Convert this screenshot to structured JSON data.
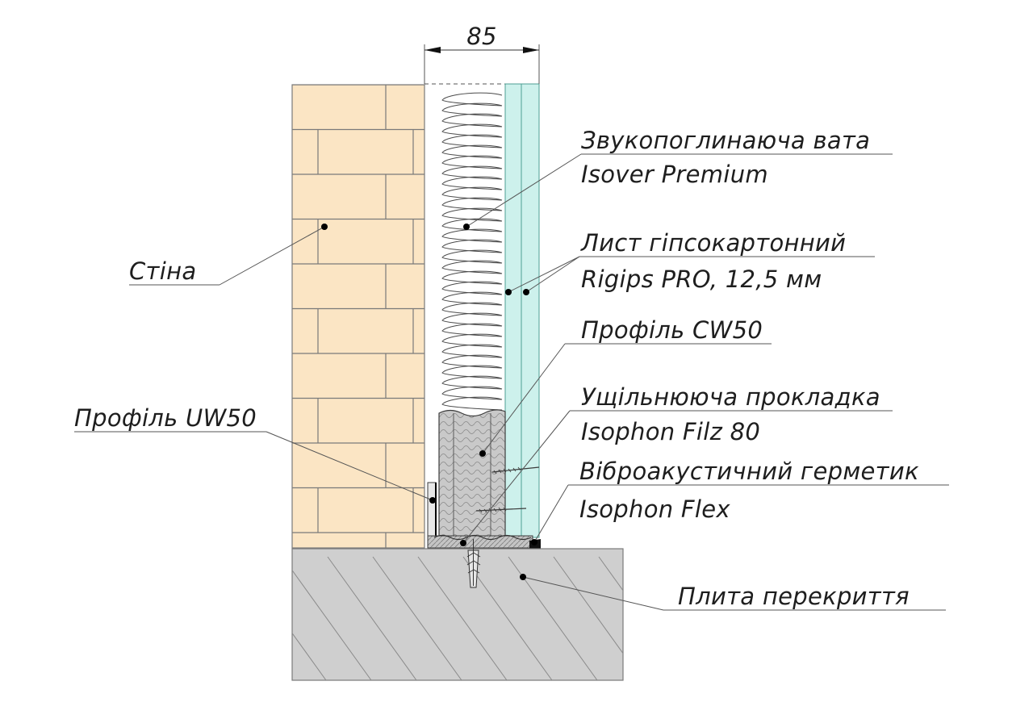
{
  "dimension": {
    "value": "85"
  },
  "labels": {
    "wool_line1": "Звукопоглинаюча вата",
    "wool_line2": "Isover Premium",
    "board_line1": "Лист гіпсокартонний",
    "board_line2": "Rigips PRO, 12,5 мм",
    "cw_profile": "Профіль CW50",
    "seal_line1": "Ущільнююча прокладка",
    "seal_line2": "Isophon Filz 80",
    "sealant_line1": "Віброакустичний герметик",
    "sealant_line2": "Isophon Flex",
    "slab": "Плита перекриття",
    "wall": "Стіна",
    "uw_profile": "Профіль UW50"
  },
  "colors": {
    "brick": "#fbe5c4",
    "brick_mortar": "#7a7a7a",
    "gypsum_board": "#cdf1ec",
    "concrete": "#cfcfcf",
    "seal_strip": "#bcbcbc",
    "profile": "#c9c9c9",
    "sealant": "#111111"
  }
}
